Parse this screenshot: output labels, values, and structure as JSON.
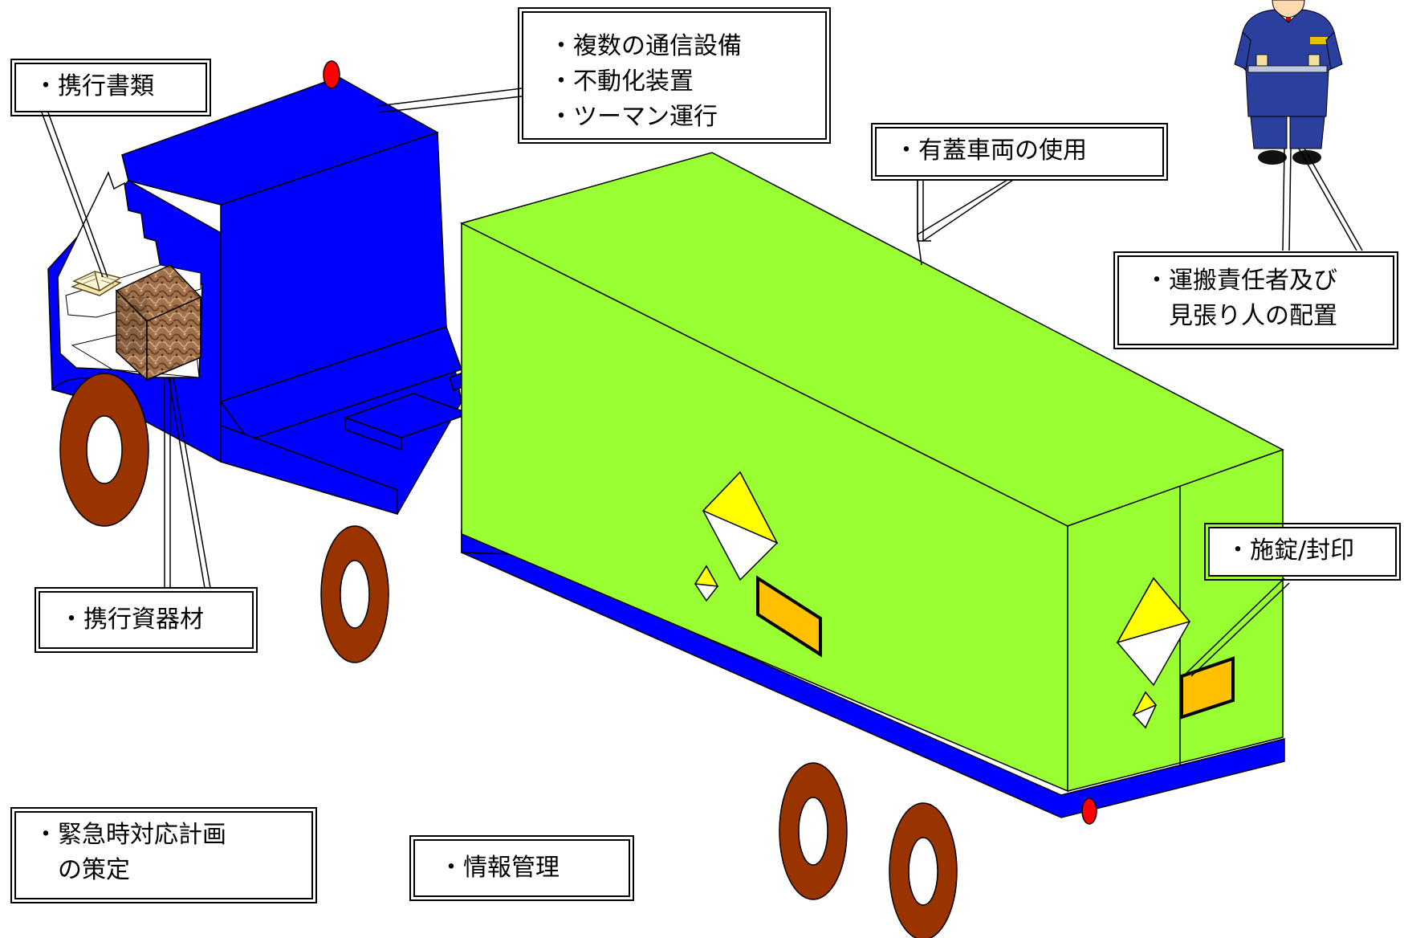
{
  "labels": {
    "documents": "・携行書類",
    "comms": [
      "・複数の通信設備",
      "・不動化装置",
      "・ツーマン運行"
    ],
    "covered_vehicle": "・有蓋車両の使用",
    "personnel": [
      "・運搬責任者及び",
      "　見張り人の配置"
    ],
    "lock_seal": "・施錠/封印",
    "equipment": "・携行資器材",
    "emergency_plan": [
      "・緊急時対応計画",
      "　の策定"
    ],
    "info_management": "・情報管理"
  },
  "colors": {
    "cab_blue": "#0000ff",
    "cargo_green": "#99ff33",
    "tire_brown": "#993300",
    "placard_yellow": "#ffff00",
    "plate_orange": "#ffc000",
    "lamp_red": "#ff0000"
  },
  "icons": {
    "guard": "security-guard-illustration",
    "book": "open-book-icon",
    "package": "cardboard-box-icon"
  }
}
